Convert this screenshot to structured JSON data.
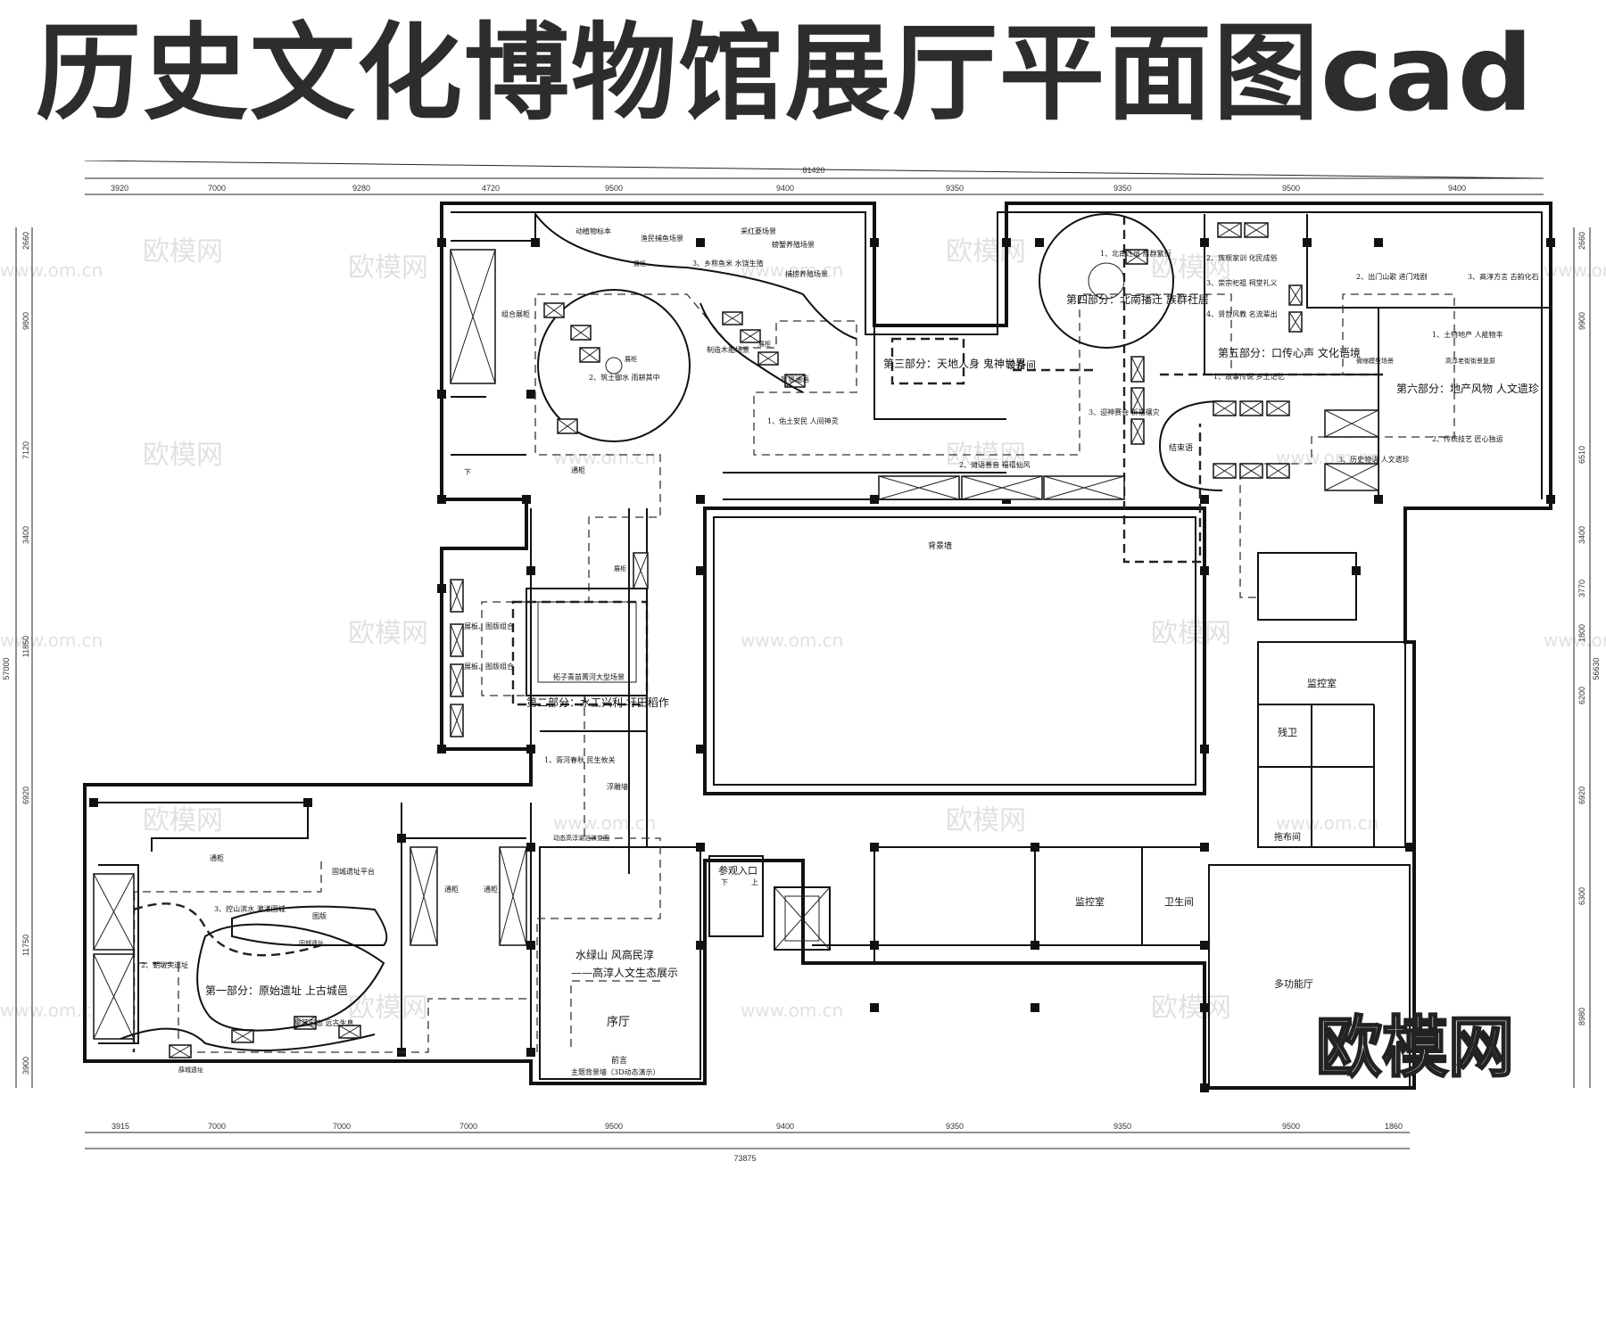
{
  "title": "历史文化博物馆展厅平面图cad",
  "dimensions": {
    "top_total": "81420",
    "top": [
      "3920",
      "7000",
      "9280",
      "4720",
      "9500",
      "9400",
      "9350",
      "9350",
      "9500",
      "9400"
    ],
    "bottom_total": "73875",
    "bottom": [
      "3915",
      "7000",
      "7000",
      "7000",
      "9500",
      "9400",
      "9350",
      "9350",
      "9500",
      "1860"
    ],
    "left_total": "57000",
    "left": [
      "2660",
      "9800",
      "7120",
      "3400",
      "11850",
      "6920",
      "11750",
      "3900"
    ],
    "right_total": "56630",
    "right": [
      "2660",
      "9900",
      "6510",
      "3400",
      "3770",
      "1800",
      "6200",
      "6920",
      "6300",
      "8980"
    ]
  },
  "sections": {
    "s1": "第一部分：原始遗址 上古城邑",
    "s2": "第二部分：水工兴利 圩田稻作",
    "s3": "第三部分：天地人身 鬼神世界",
    "s4": "第四部分：北南播迁 族群社居",
    "s5": "第五部分：口传心声 文化语境",
    "s6": "第六部分：地产风物 人文遗珍"
  },
  "rooms": {
    "monitor_top": "监控室",
    "monitor_bottom": "监控室",
    "accessible_wc": "残卫",
    "mop_room": "拖布间",
    "toilet": "卫生间",
    "multi_hall": "多功能厅",
    "equipment": "设备间",
    "prelude": "序厅",
    "entrance": "参观入口",
    "back_wall": "背景墙",
    "epilogue": "结束语",
    "preface": "前言",
    "theme_wall": "主题背景墙（3D动态演示）"
  },
  "theme": {
    "line1": "水绿山  风高民淳",
    "line2": "——高淳人文生态展示"
  },
  "labels": {
    "l1": "2、筑土御水  雨耕其中",
    "l2": "3、乡称鱼米  水饶生殖",
    "l3": "动植物标本",
    "l4": "采红菱场景",
    "l5": "渔民捕鱼场景",
    "l6": "螃蟹养殖场景",
    "l7": "捕捞养殖场景",
    "l8": "制造木船场景",
    "l9": "背景油画",
    "l10": "组合展柜",
    "l11": "1、佑土安民  人间神灵",
    "l12": "2、傩语善音  福禧仙风",
    "l13": "3、迎神赛会 祈福禳灾",
    "l14": "1、北南迁徙  族群繁衍",
    "l15": "2、族规家训  化民成俗",
    "l16": "3、崇宗祀祖  祠堂礼义",
    "l17": "4、贤哲风教  名流辈出",
    "l18": "1、故事传说  乡土记忆",
    "l19": "2、出门山歌  进门戏剧",
    "l20": "3、高淳方言  古韵化石",
    "l21": "1、土特地产  人能物丰",
    "l22": "高淳老街街景复原",
    "l23": "微缩模型场景",
    "l24": "2、传统技艺  匠心独运",
    "l25": "3、历史物语  人文遗珍",
    "l26": "拓子青苗菁河大型场景",
    "l27": "展板、图版组合",
    "l28": "展板、图版组合",
    "l29": "1、胥河春秋  民生攸关",
    "l30": "浮雕墙",
    "l31": "动态高淳湖泊演变图",
    "l32": "通柜",
    "l33": "通柜",
    "l34": "通柜",
    "l35": "通柜",
    "l36": "3、控山滨水  濑渚固城",
    "l37": "固城遗址平台",
    "l38": "2、朝墩头遗址",
    "l39": "图版",
    "l40": "固城遗址",
    "l41": "聚落形态  远古生息",
    "l42": "薛城遗址",
    "l43": "展柜",
    "l44": "展柜",
    "l45": "展柜",
    "l46": "展柜",
    "l47": "上",
    "l48": "下",
    "l49": "下"
  },
  "watermarks": {
    "cn": "欧模网",
    "url": "www.om.cn",
    "brand": "欧模网"
  }
}
